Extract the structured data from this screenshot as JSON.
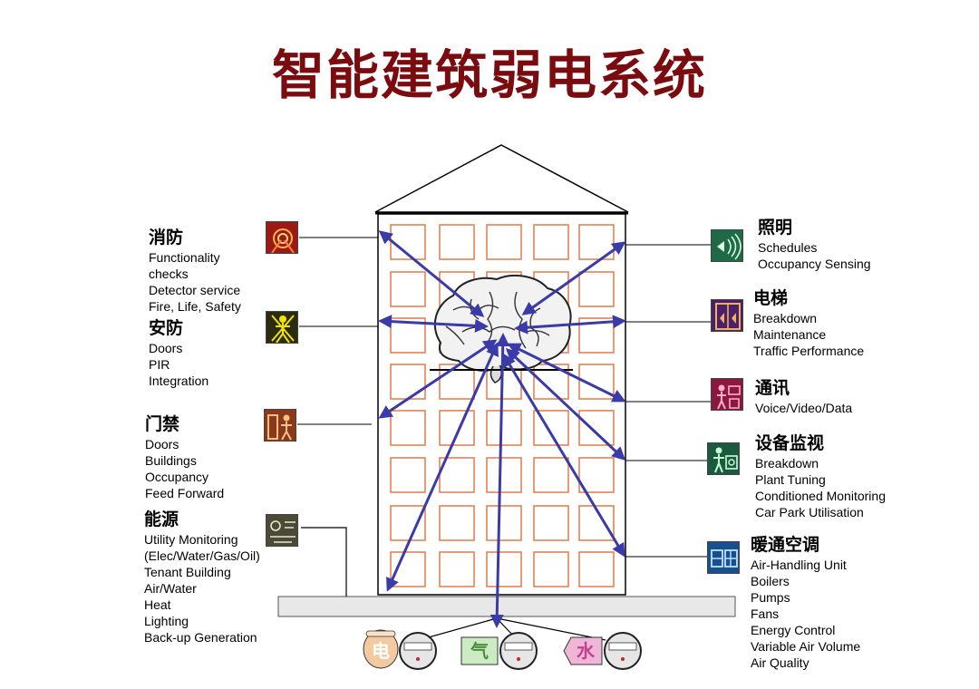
{
  "title": "智能建筑弱电系统",
  "left_groups": [
    {
      "id": "fire",
      "title": "消防",
      "icon": "fire-alarm-icon",
      "color": "#b3221c",
      "items": [
        "Functionality",
        "checks",
        "Detector service",
        "Fire, Life, Safety"
      ]
    },
    {
      "id": "security",
      "title": "安防",
      "icon": "security-guard-icon",
      "color": "#c7b300",
      "items": [
        "Doors",
        "PIR",
        "Integration"
      ]
    },
    {
      "id": "access",
      "title": "门禁",
      "icon": "door-access-icon",
      "color": "#b45a2c",
      "items": [
        "Doors",
        "Buildings",
        "Occupancy",
        "Feed Forward"
      ]
    },
    {
      "id": "energy",
      "title": "能源",
      "icon": "energy-meter-icon",
      "color": "#6b6b50",
      "items": [
        "Utility Monitoring",
        "(Elec/Water/Gas/Oil)",
        "Tenant Building",
        "Air/Water",
        "Heat",
        "Lighting",
        "Back-up Generation"
      ]
    }
  ],
  "right_groups": [
    {
      "id": "lighting",
      "title": "照明",
      "icon": "lighting-icon",
      "color": "#2f8a5a",
      "items": [
        "Schedules",
        "Occupancy Sensing"
      ]
    },
    {
      "id": "elevator",
      "title": "电梯",
      "icon": "elevator-icon",
      "color": "#5a2c7a",
      "items": [
        "Breakdown",
        "Maintenance",
        "Traffic Performance"
      ]
    },
    {
      "id": "comms",
      "title": "通讯",
      "icon": "communication-icon",
      "color": "#9c1c4e",
      "items": [
        "Voice/Video/Data"
      ]
    },
    {
      "id": "equipment",
      "title": "设备监视",
      "icon": "equipment-monitor-icon",
      "color": "#1f6a4a",
      "items": [
        "Breakdown",
        "Plant Tuning",
        "Conditioned Monitoring",
        "Car Park Utilisation"
      ]
    },
    {
      "id": "hvac",
      "title": "暖通空调",
      "icon": "hvac-icon",
      "color": "#1f5a9c",
      "items": [
        "Air-Handling Unit",
        "Boilers",
        "Pumps",
        "Fans",
        "Energy Control",
        "Variable Air Volume",
        "Air Quality"
      ]
    }
  ],
  "meters": [
    {
      "label": "电",
      "icon": "electricity-meter-icon",
      "color": "#f2c9a0"
    },
    {
      "label": "气",
      "icon": "gas-meter-icon",
      "color": "#cdebc2"
    },
    {
      "label": "水",
      "icon": "water-meter-icon",
      "color": "#f0b6d8"
    }
  ]
}
